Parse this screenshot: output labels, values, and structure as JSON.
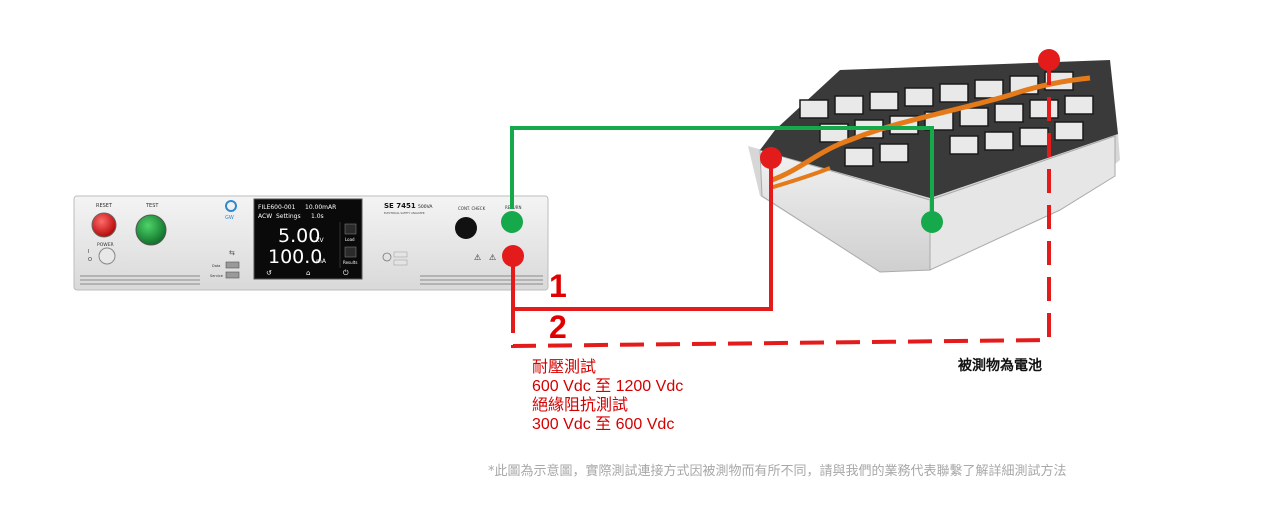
{
  "instrument": {
    "reset_label": "RESET",
    "test_label": "TEST",
    "power_label": "POWER",
    "power_on": "I",
    "power_off": "O",
    "brand_text": "GW",
    "file_name": "FILE600-001",
    "current_limit": "10.00mAR",
    "mode_label": "ACW",
    "settings_label": "Settings",
    "time_value": "1.0s",
    "voltage_value": "5.00",
    "voltage_unit": "kV",
    "current_value": "100.0",
    "current_unit": "mA",
    "load_label": "Load",
    "results_label": "Results",
    "model_name": "SE 7451",
    "model_power": "500VA",
    "model_subtitle": "ELECTRICAL SAFETY ANALYZER",
    "cont_check_label": "CONT. CHECK",
    "return_label": "RETURN",
    "usb_top": "Data",
    "usb_bottom": "Service"
  },
  "wire_numbers": {
    "one": "1",
    "two": "2"
  },
  "notes": {
    "line1": "耐壓測試",
    "line2": "600 Vdc 至 1200 Vdc",
    "line3": "絕緣阻抗測試",
    "line4": "300 Vdc 至 600 Vdc"
  },
  "dut_label": "被測物為電池",
  "disclaimer": "*此圖為示意圖，實際測試連接方式因被測物而有所不同，請與我們的業務代表聯繫了解詳細測試方法",
  "colors": {
    "green_wire": "#16a94b",
    "red_wire": "#e31b1b",
    "note_text": "#d40000"
  }
}
